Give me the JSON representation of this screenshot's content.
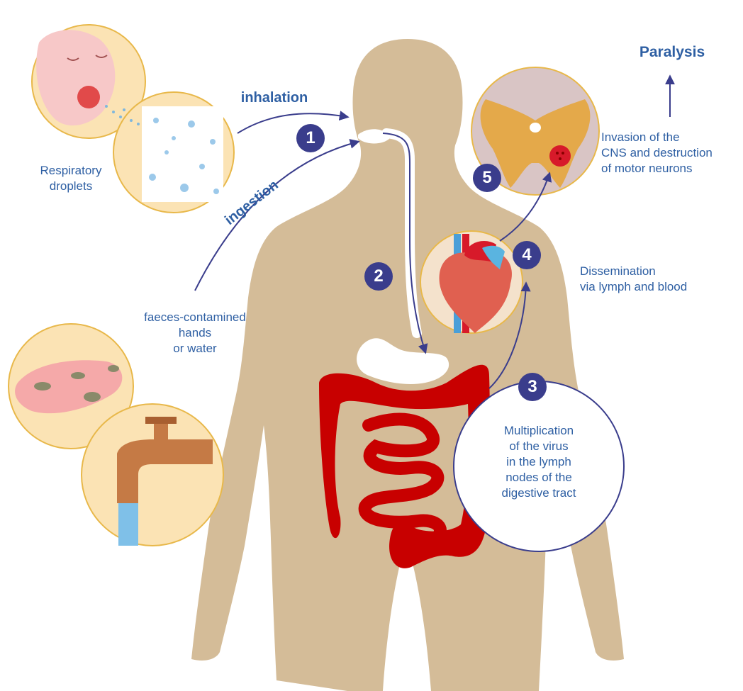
{
  "title": "Paralysis",
  "routes": {
    "inhalation": "inhalation",
    "ingestion": "ingestion"
  },
  "labels": {
    "respiratory": [
      "Respiratory",
      "droplets"
    ],
    "faeces": [
      "faeces-contamined",
      "hands",
      "or water"
    ],
    "dissemination": [
      "Dissemination",
      "via lymph and blood"
    ],
    "invasion": [
      "Invasion of the",
      "CNS and destruction",
      "of motor neurons"
    ],
    "multiplication": [
      "Multiplication",
      "of the virus",
      "in the lymph",
      "nodes of the",
      "digestive tract"
    ]
  },
  "steps": [
    "1",
    "2",
    "3",
    "4",
    "5"
  ],
  "colors": {
    "body": "#d4bc98",
    "intestine": "#c80000",
    "text": "#2e5fa3",
    "badge": "#3a3d8c",
    "arrow": "#3a3d8c",
    "circle_fill": "#fbe3b4",
    "circle_border": "#e8b84a"
  }
}
